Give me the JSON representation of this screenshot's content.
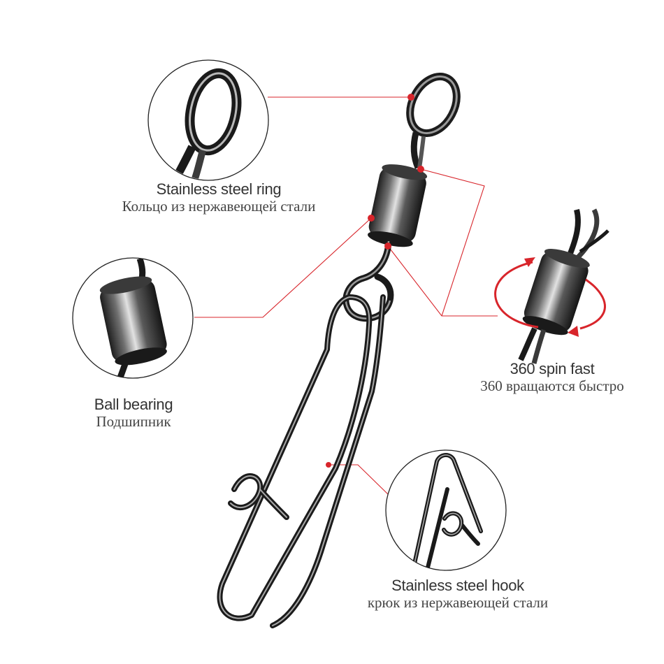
{
  "callouts": {
    "ring": {
      "title": "Stainless steel ring",
      "subtitle": "Кольцо из нержавеющей стали"
    },
    "bearing": {
      "title": "Ball bearing",
      "subtitle": "Подшипник"
    },
    "spin": {
      "title": "360 spin fast",
      "subtitle": "360 вращаются быстро"
    },
    "hook": {
      "title": "Stainless steel hook",
      "subtitle": "крюк из нержавеющей стали"
    }
  },
  "colors": {
    "accent": "#d8252b",
    "metal_dark": "#2a2a2a",
    "metal_mid": "#6e6e6e",
    "metal_light": "#d9d9d9",
    "text": "#333333",
    "leader": "#d8252b"
  }
}
